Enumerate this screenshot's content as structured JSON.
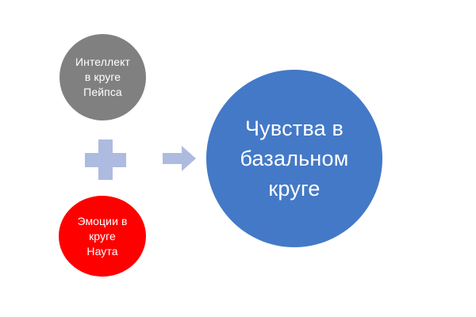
{
  "diagram": {
    "background_color": "#ffffff",
    "nodes": [
      {
        "id": "intellect",
        "label": "Интеллект\nв круге\nПейпса",
        "color": "#808080",
        "text_color": "#ffffff",
        "role": "source"
      },
      {
        "id": "emotions",
        "label": "Эмоции в\nкруге\nНаута",
        "color": "#fe0000",
        "text_color": "#ffffff",
        "role": "source"
      },
      {
        "id": "feelings",
        "label": "Чувства в\nбазальном\nкруге",
        "color": "#4479c7",
        "text_color": "#ffffff",
        "role": "result"
      }
    ],
    "operators": [
      {
        "id": "plus",
        "icon": "plus-icon",
        "color": "#aebbe0",
        "meaning": "combine"
      },
      {
        "id": "arrow",
        "icon": "arrow-right-icon",
        "color": "#aebbe0",
        "meaning": "yields"
      }
    ]
  }
}
